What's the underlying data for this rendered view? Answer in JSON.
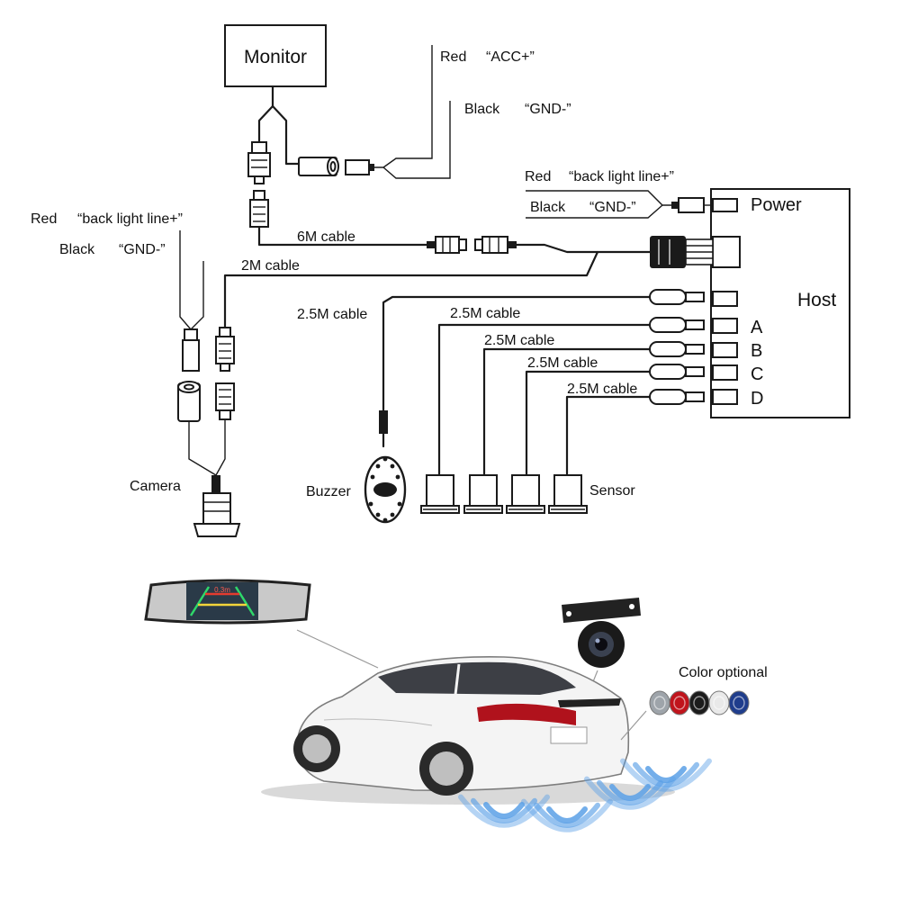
{
  "monitor": {
    "label": "Monitor"
  },
  "monitor_power": {
    "red": {
      "color": "Red",
      "text": "“ACC+”"
    },
    "black": {
      "color": "Black",
      "text": "“GND-”"
    }
  },
  "host_power": {
    "red": {
      "color": "Red",
      "text": "“back light line+”"
    },
    "black": {
      "color": "Black",
      "text": "“GND-”"
    }
  },
  "camera_power": {
    "red": {
      "color": "Red",
      "text": "“back light line+”"
    },
    "black": {
      "color": "Black",
      "text": "“GND-”"
    }
  },
  "cables": {
    "six_m": "6M cable",
    "two_m": "2M cable",
    "buzzer": "2.5M cable",
    "a": "2.5M cable",
    "b": "2.5M cable",
    "c": "2.5M cable",
    "d": "2.5M cable"
  },
  "host": {
    "label": "Host",
    "ports": {
      "power": "Power",
      "a": "A",
      "b": "B",
      "c": "C",
      "d": "D"
    }
  },
  "devices": {
    "camera": "Camera",
    "buzzer": "Buzzer",
    "sensor": "Sensor"
  },
  "bottom": {
    "mirror_screen_text": "0.3m",
    "color_optional": "Color optional",
    "sensor_colors": [
      "#9ea4aa",
      "#c0141c",
      "#1c1c1c",
      "#e9e9e9",
      "#1f3d8c"
    ],
    "car_color": "#f4f4f4",
    "wave_color": "#5aa0e6"
  }
}
